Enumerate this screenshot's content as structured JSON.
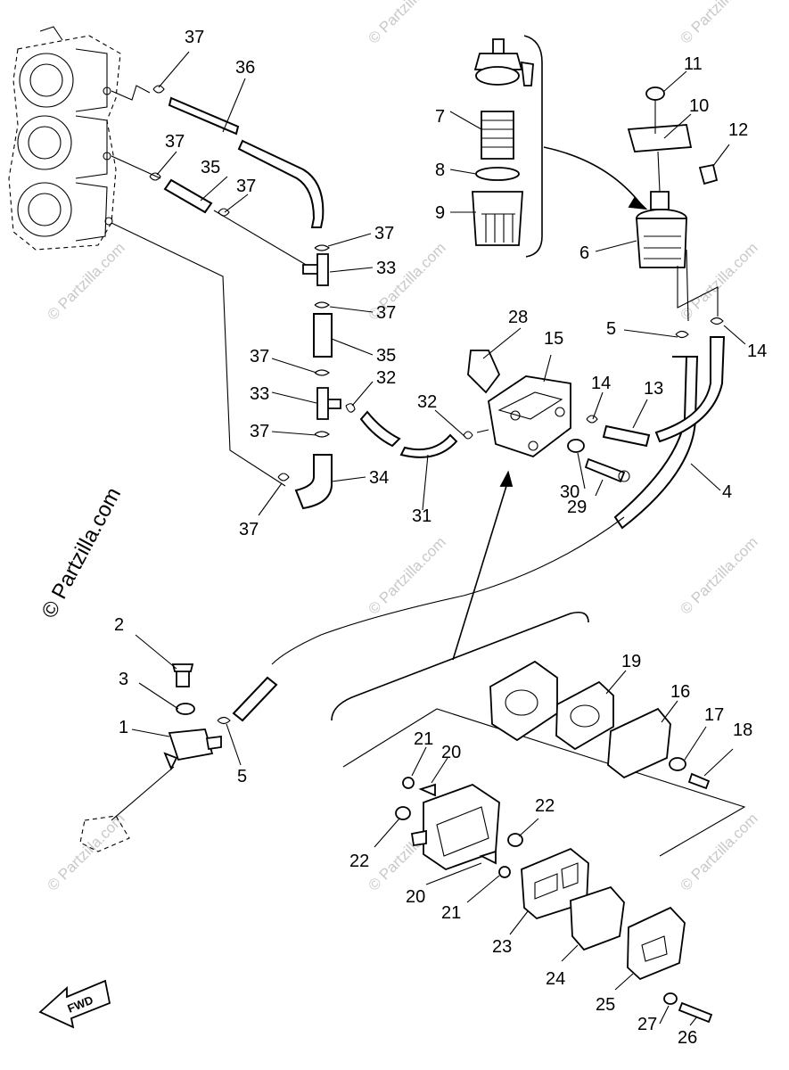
{
  "watermark": {
    "main": "© Partzilla.com",
    "tile": "© Partzilla.com"
  },
  "fwd_label": "FWD",
  "callouts": [
    "1",
    "2",
    "3",
    "4",
    "5",
    "5",
    "6",
    "7",
    "8",
    "9",
    "10",
    "11",
    "12",
    "13",
    "14",
    "14",
    "15",
    "16",
    "17",
    "18",
    "19",
    "20",
    "20",
    "21",
    "21",
    "22",
    "22",
    "23",
    "24",
    "25",
    "26",
    "27",
    "28",
    "29",
    "30",
    "31",
    "32",
    "32",
    "33",
    "33",
    "34",
    "35",
    "35",
    "36",
    "37",
    "37",
    "37",
    "37",
    "37",
    "37",
    "37",
    "37"
  ],
  "colors": {
    "line": "#000000",
    "background": "#ffffff",
    "watermark": "#c9c9c9"
  }
}
